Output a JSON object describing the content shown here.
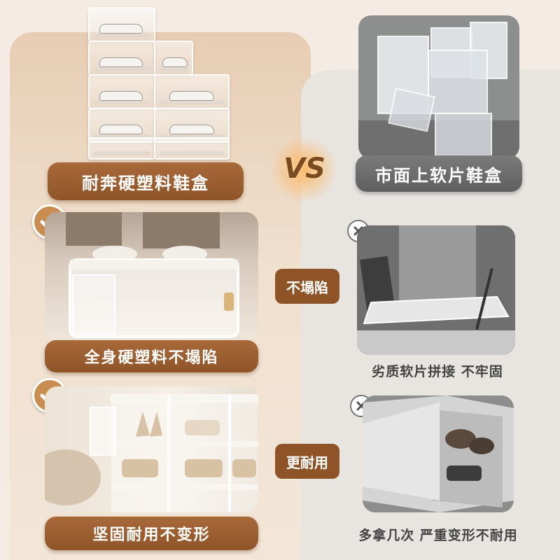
{
  "left": {
    "title_label": "耐奔硬塑料鞋盒",
    "feature1_label": "全身硬塑料不塌陷",
    "feature2_label": "坚固耐用不变形"
  },
  "right": {
    "title_label": "市面上软片鞋盒",
    "feature1_label": "劣质软片拼接 不牢固",
    "feature2_label": "多拿几次 严重变形不耐用"
  },
  "middle": {
    "vs_label": "VS",
    "tag1_label": "不塌陷",
    "tag2_label": "更耐用"
  },
  "icons": {
    "check": "check-icon",
    "cross": "cross-icon"
  },
  "colors": {
    "brand_brown": "#8e5428",
    "check_orange": "#c98d52",
    "grey_label": "#666666"
  }
}
